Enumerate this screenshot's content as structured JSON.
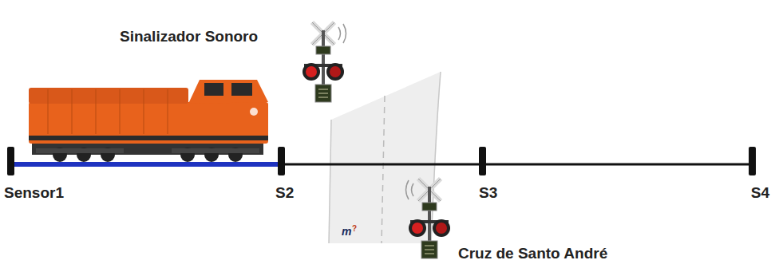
{
  "diagram": {
    "labels": [
      "Sinalizador Sonoro",
      "Sensor1",
      "S2",
      "S3",
      "S4",
      "Cruz de Santo André"
    ]
  }
}
